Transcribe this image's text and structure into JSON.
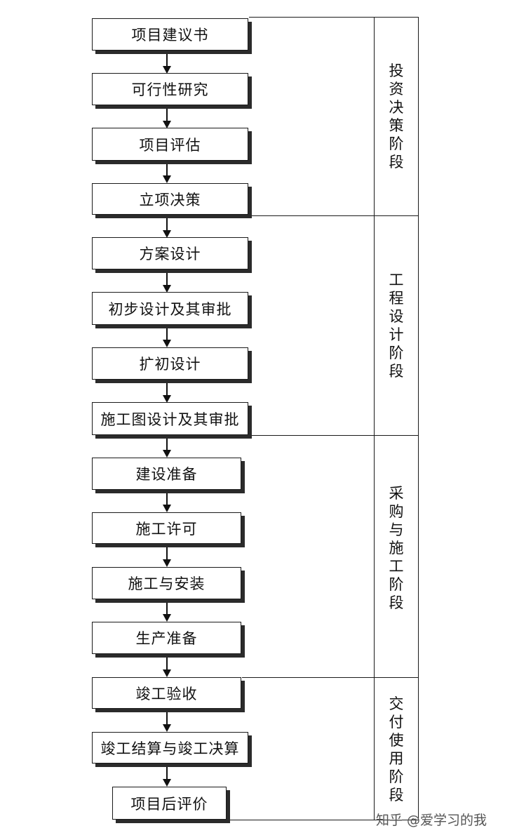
{
  "steps": [
    "项目建议书",
    "可行性研究",
    "项目评估",
    "立项决策",
    "方案设计",
    "初步设计及其审批",
    "扩初设计",
    "施工图设计及其审批",
    "建设准备",
    "施工许可",
    "施工与安装",
    "生产准备",
    "竣工验收",
    "竣工结算与竣工决算",
    "项目后评价"
  ],
  "phases": [
    "投资决策阶段",
    "工程设计阶段",
    "采购与施工阶段",
    "交付使用阶段"
  ],
  "watermark": "知乎 @爱学习的我"
}
